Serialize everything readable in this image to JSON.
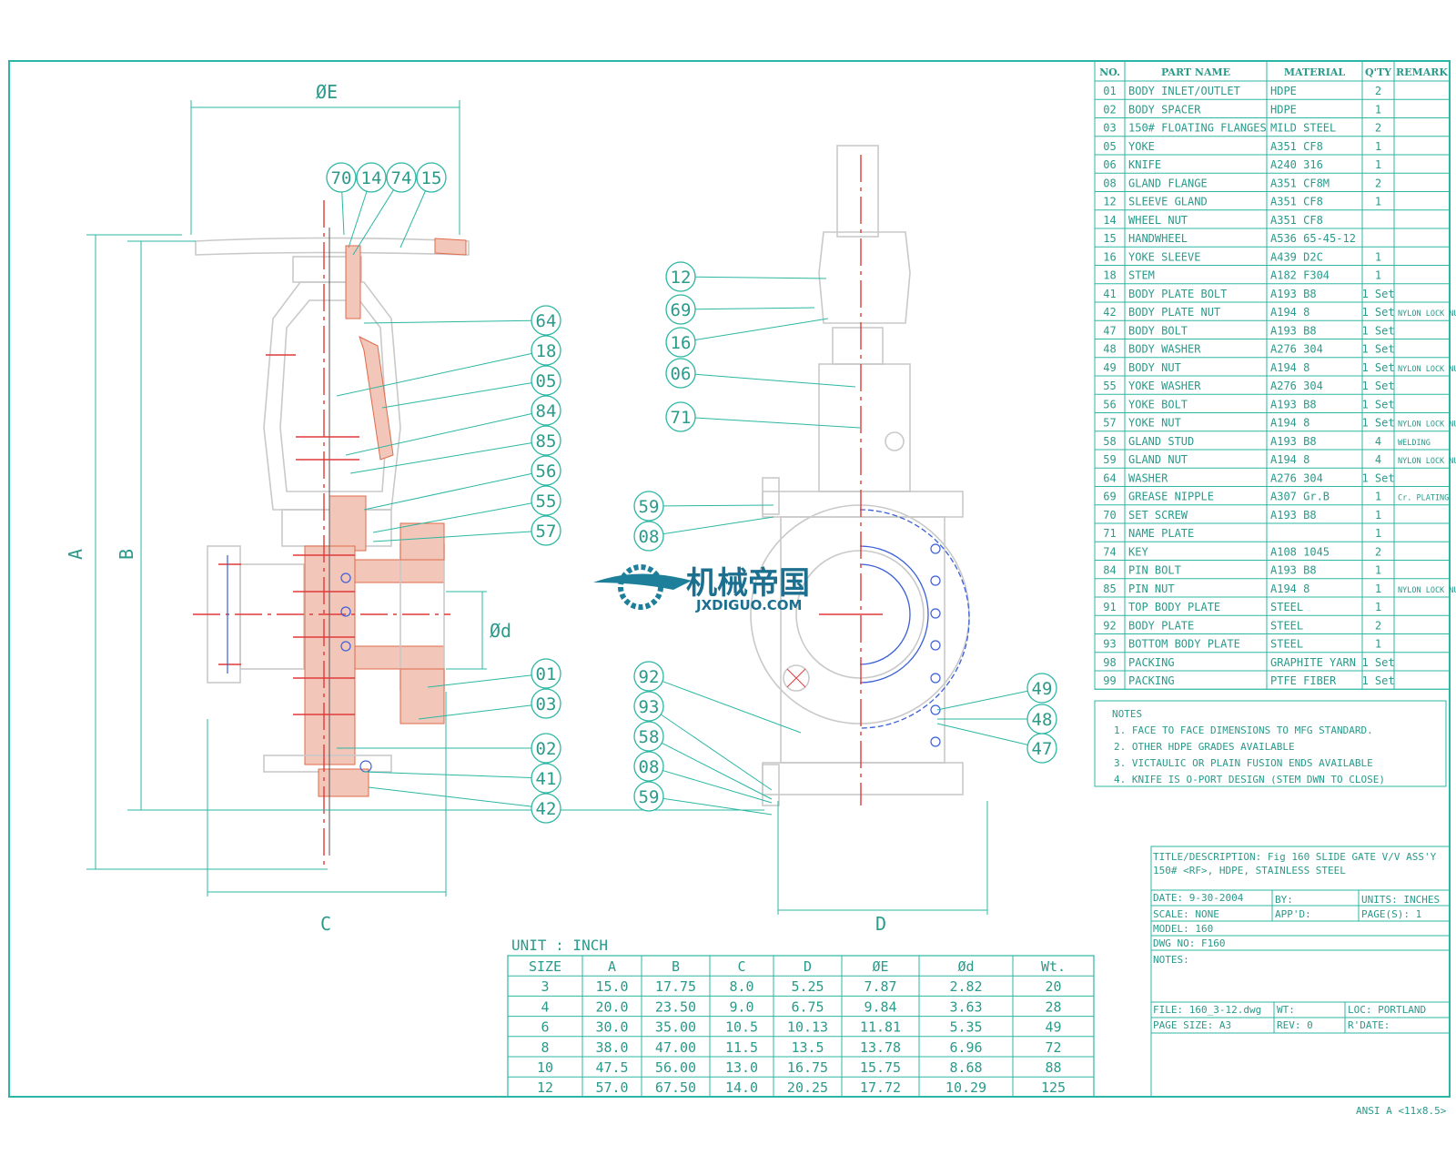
{
  "dimension_labels": {
    "E": "ØE",
    "d": "Ød",
    "A": "A",
    "B": "B",
    "C": "C",
    "D": "D"
  },
  "balloons_left": [
    "70",
    "14",
    "74",
    "15",
    "64",
    "18",
    "05",
    "84",
    "85",
    "56",
    "55",
    "57",
    "01",
    "03",
    "02",
    "41",
    "42"
  ],
  "balloons_right": [
    "12",
    "69",
    "16",
    "06",
    "71",
    "59",
    "08",
    "92",
    "93",
    "58",
    "08",
    "59",
    "49",
    "48",
    "47"
  ],
  "watermark": {
    "cn": "机械帝国",
    "en": "JXDIGUO.COM"
  },
  "parts_table": {
    "headers": [
      "NO.",
      "PART   NAME",
      "MATERIAL",
      "Q'TY",
      "REMARK"
    ],
    "rows": [
      [
        "01",
        "BODY INLET/OUTLET",
        "HDPE",
        "2",
        ""
      ],
      [
        "02",
        "BODY SPACER",
        "HDPE",
        "1",
        ""
      ],
      [
        "03",
        "150# FLOATING FLANGES",
        "MILD STEEL",
        "2",
        ""
      ],
      [
        "05",
        "YOKE",
        "A351 CF8",
        "1",
        ""
      ],
      [
        "06",
        "KNIFE",
        "A240 316",
        "1",
        ""
      ],
      [
        "08",
        "GLAND FLANGE",
        "A351 CF8M",
        "2",
        ""
      ],
      [
        "12",
        "SLEEVE GLAND",
        "A351 CF8",
        "1",
        ""
      ],
      [
        "14",
        "WHEEL NUT",
        "A351 CF8",
        "",
        ""
      ],
      [
        "15",
        "HANDWHEEL",
        "A536 65-45-12",
        "",
        ""
      ],
      [
        "16",
        "YOKE SLEEVE",
        "A439 D2C",
        "1",
        ""
      ],
      [
        "18",
        "STEM",
        "A182 F304",
        "1",
        ""
      ],
      [
        "41",
        "BODY PLATE BOLT",
        "A193 B8",
        "1 Set",
        ""
      ],
      [
        "42",
        "BODY PLATE NUT",
        "A194 8",
        "1 Set",
        "NYLON LOCK NUT"
      ],
      [
        "47",
        "BODY BOLT",
        "A193 B8",
        "1 Set",
        ""
      ],
      [
        "48",
        "BODY WASHER",
        "A276 304",
        "1 Set",
        ""
      ],
      [
        "49",
        "BODY NUT",
        "A194 8",
        "1 Set",
        "NYLON LOCK NUT"
      ],
      [
        "55",
        "YOKE WASHER",
        "A276 304",
        "1 Set",
        ""
      ],
      [
        "56",
        "YOKE BOLT",
        "A193 B8",
        "1 Set",
        ""
      ],
      [
        "57",
        "YOKE NUT",
        "A194 8",
        "1 Set",
        "NYLON LOCK NUT"
      ],
      [
        "58",
        "GLAND STUD",
        "A193 B8",
        "4",
        "WELDING"
      ],
      [
        "59",
        "GLAND NUT",
        "A194 8",
        "4",
        "NYLON LOCK NUT"
      ],
      [
        "64",
        "WASHER",
        "A276 304",
        "1 Set",
        ""
      ],
      [
        "69",
        "GREASE NIPPLE",
        "A307 Gr.B",
        "1",
        "Cr. PLATING"
      ],
      [
        "70",
        "SET SCREW",
        "A193 B8",
        "1",
        ""
      ],
      [
        "71",
        "NAME PLATE",
        "",
        "1",
        ""
      ],
      [
        "74",
        "KEY",
        "A108 1045",
        "2",
        ""
      ],
      [
        "84",
        "PIN BOLT",
        "A193 B8",
        "1",
        ""
      ],
      [
        "85",
        "PIN NUT",
        "A194 8",
        "1",
        "NYLON LOCK NUT"
      ],
      [
        "91",
        "TOP BODY PLATE",
        "STEEL",
        "1",
        ""
      ],
      [
        "92",
        "BODY PLATE",
        "STEEL",
        "2",
        ""
      ],
      [
        "93",
        "BOTTOM BODY PLATE",
        "STEEL",
        "1",
        ""
      ],
      [
        "98",
        "PACKING",
        "GRAPHITE YARN",
        "1 Set",
        ""
      ],
      [
        "99",
        "PACKING",
        "PTFE FIBER",
        "1 Set",
        ""
      ]
    ]
  },
  "notes": {
    "heading": "NOTES",
    "items": [
      "1. FACE TO FACE DIMENSIONS TO MFG STANDARD.",
      "2. OTHER HDPE GRADES AVAILABLE",
      "3. VICTAULIC OR PLAIN FUSION ENDS AVAILABLE",
      "4. KNIFE IS O-PORT DESIGN (STEM DWN TO CLOSE)"
    ]
  },
  "dim_table": {
    "unit": "UNIT : INCH",
    "headers": [
      "SIZE",
      "A",
      "B",
      "C",
      "D",
      "ØE",
      "Ød",
      "Wt."
    ],
    "rows": [
      [
        "3",
        "15.0",
        "17.75",
        "8.0",
        "5.25",
        "7.87",
        "2.82",
        "20"
      ],
      [
        "4",
        "20.0",
        "23.50",
        "9.0",
        "6.75",
        "9.84",
        "3.63",
        "28"
      ],
      [
        "6",
        "30.0",
        "35.00",
        "10.5",
        "10.13",
        "11.81",
        "5.35",
        "49"
      ],
      [
        "8",
        "38.0",
        "47.00",
        "11.5",
        "13.5",
        "13.78",
        "6.96",
        "72"
      ],
      [
        "10",
        "47.5",
        "56.00",
        "13.0",
        "16.75",
        "15.75",
        "8.68",
        "88"
      ],
      [
        "12",
        "57.0",
        "67.50",
        "14.0",
        "20.25",
        "17.72",
        "10.29",
        "125"
      ]
    ]
  },
  "title_block": {
    "title_line1": "TITLE/DESCRIPTION: Fig 160 SLIDE GATE V/V ASS'Y",
    "title_line2": "150# <RF>, HDPE, STAINLESS STEEL",
    "date": "DATE:  9-30-2004",
    "by": "BY:",
    "units": "UNITS:  INCHES",
    "scale": "SCALE:  NONE",
    "apprd": "APP'D:",
    "pages": "PAGE(S):  1",
    "model": "MODEL:  160",
    "dwg_no": "DWG NO:  F160",
    "notes": "NOTES:",
    "file": "FILE:  160_3-12.dwg",
    "wt": "WT:",
    "loc": "LOC:  PORTLAND",
    "page_size": "PAGE SIZE:  A3",
    "rev": "REV:  0",
    "rdate": "R'DATE:"
  },
  "sheet_size": "ANSI  A  <11x8.5>"
}
